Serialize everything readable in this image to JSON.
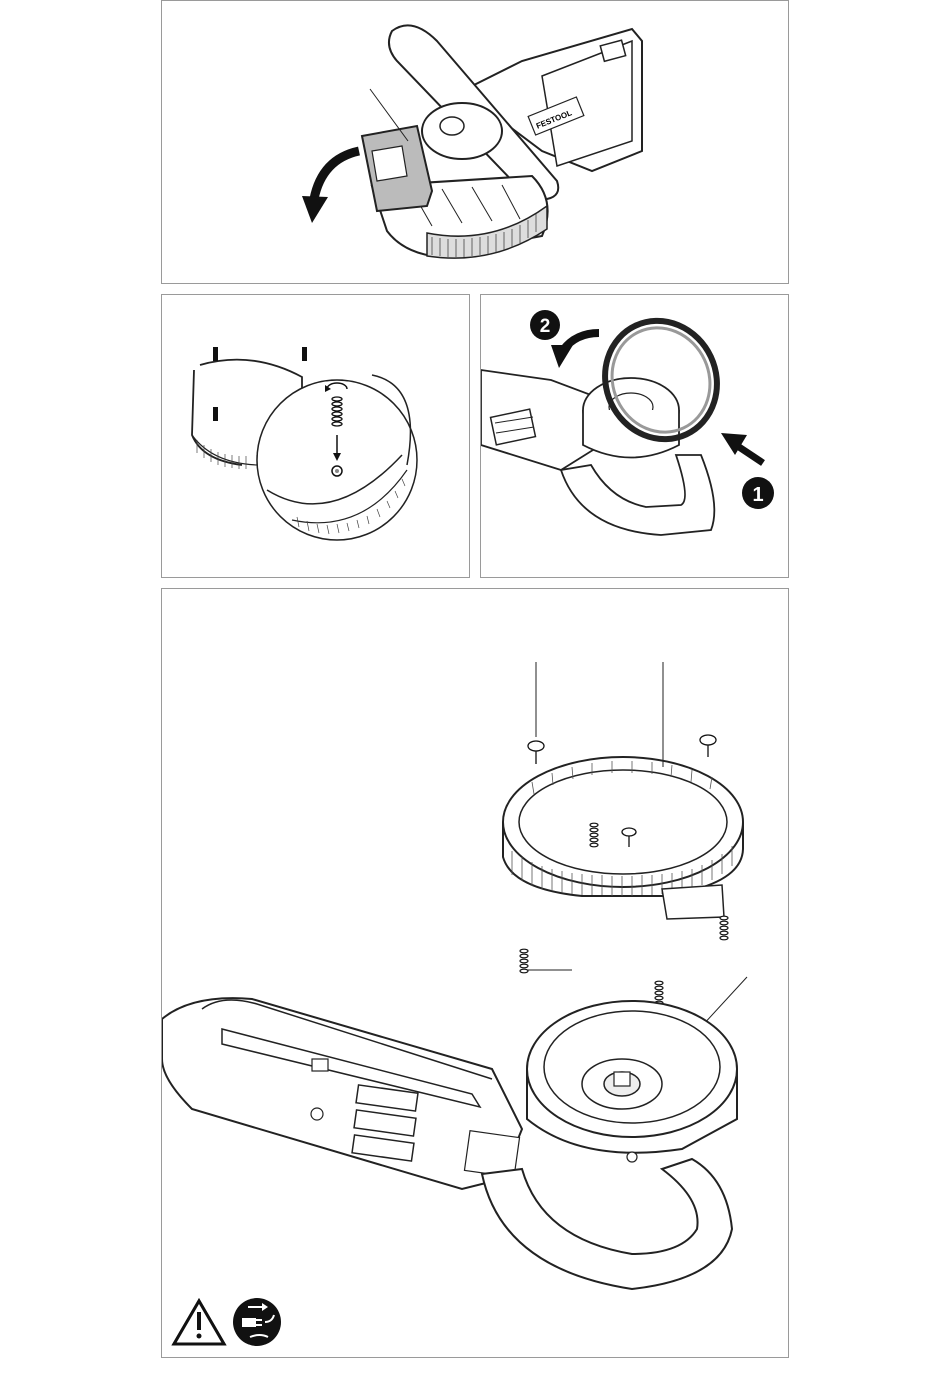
{
  "panels": {
    "top": {
      "brand_label": "FESTOOL"
    },
    "mid_right": {
      "step_1": "1",
      "step_2": "2"
    },
    "bottom": {
      "warning_icon": "warning-triangle-icon",
      "unplug_icon": "disconnect-plug-icon"
    }
  }
}
